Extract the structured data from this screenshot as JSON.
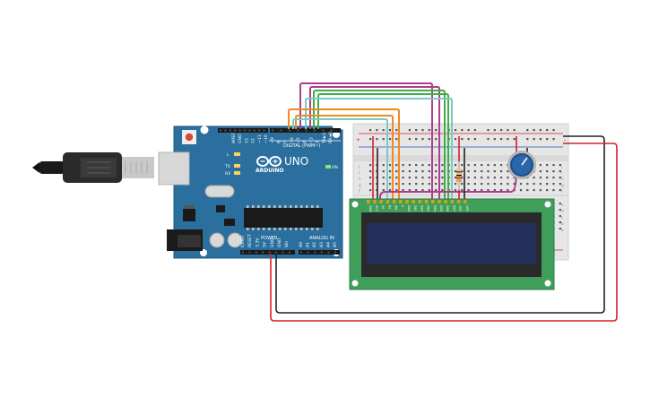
{
  "arduino": {
    "brand": "ARDUINO",
    "model": "UNO",
    "digital_header": "DIGITAL (PWM~)",
    "power_header": "POWER",
    "analog_header": "ANALOG IN",
    "on_label": "ON",
    "tx_label": "TX",
    "rx_label": "RX",
    "l_label": "L",
    "digital_pins": [
      "AREF",
      "GND",
      "13",
      "12",
      "~11",
      "~10",
      "~9",
      "8",
      "7",
      "~6",
      "~5",
      "4",
      "~3",
      "2",
      "TX►1",
      "RX◄0"
    ],
    "power_pins": [
      "IOREF",
      "RESET",
      "3.3V",
      "5V",
      "GND",
      "GND",
      "Vin"
    ],
    "analog_pins": [
      "A0",
      "A1",
      "A2",
      "A3",
      "A4",
      "A5"
    ]
  },
  "lcd": {
    "pins": [
      "GND",
      "VCC",
      "V0",
      "RS",
      "RW",
      "E",
      "DB0",
      "DB1",
      "DB2",
      "DB3",
      "DB4",
      "DB5",
      "DB6",
      "DB7",
      "LED",
      "LED"
    ],
    "text": ""
  },
  "breadboard": {
    "row_letters_top": [
      "j",
      "i",
      "h",
      "g",
      "f"
    ],
    "row_letters_bottom": [
      "e",
      "d",
      "c",
      "b",
      "a"
    ],
    "rail_plus": "+",
    "rail_minus": "-"
  },
  "colors": {
    "board": "#2a6f9e",
    "lcd_pcb": "#3f9e5a",
    "lcd_screen": "#24305c",
    "wire_red": "#d71f26",
    "wire_black": "#222222",
    "wire_orange": "#f08a1d",
    "wire_teal": "#7bc9c6",
    "wire_green": "#3fae49",
    "wire_magenta": "#b13b8e"
  }
}
